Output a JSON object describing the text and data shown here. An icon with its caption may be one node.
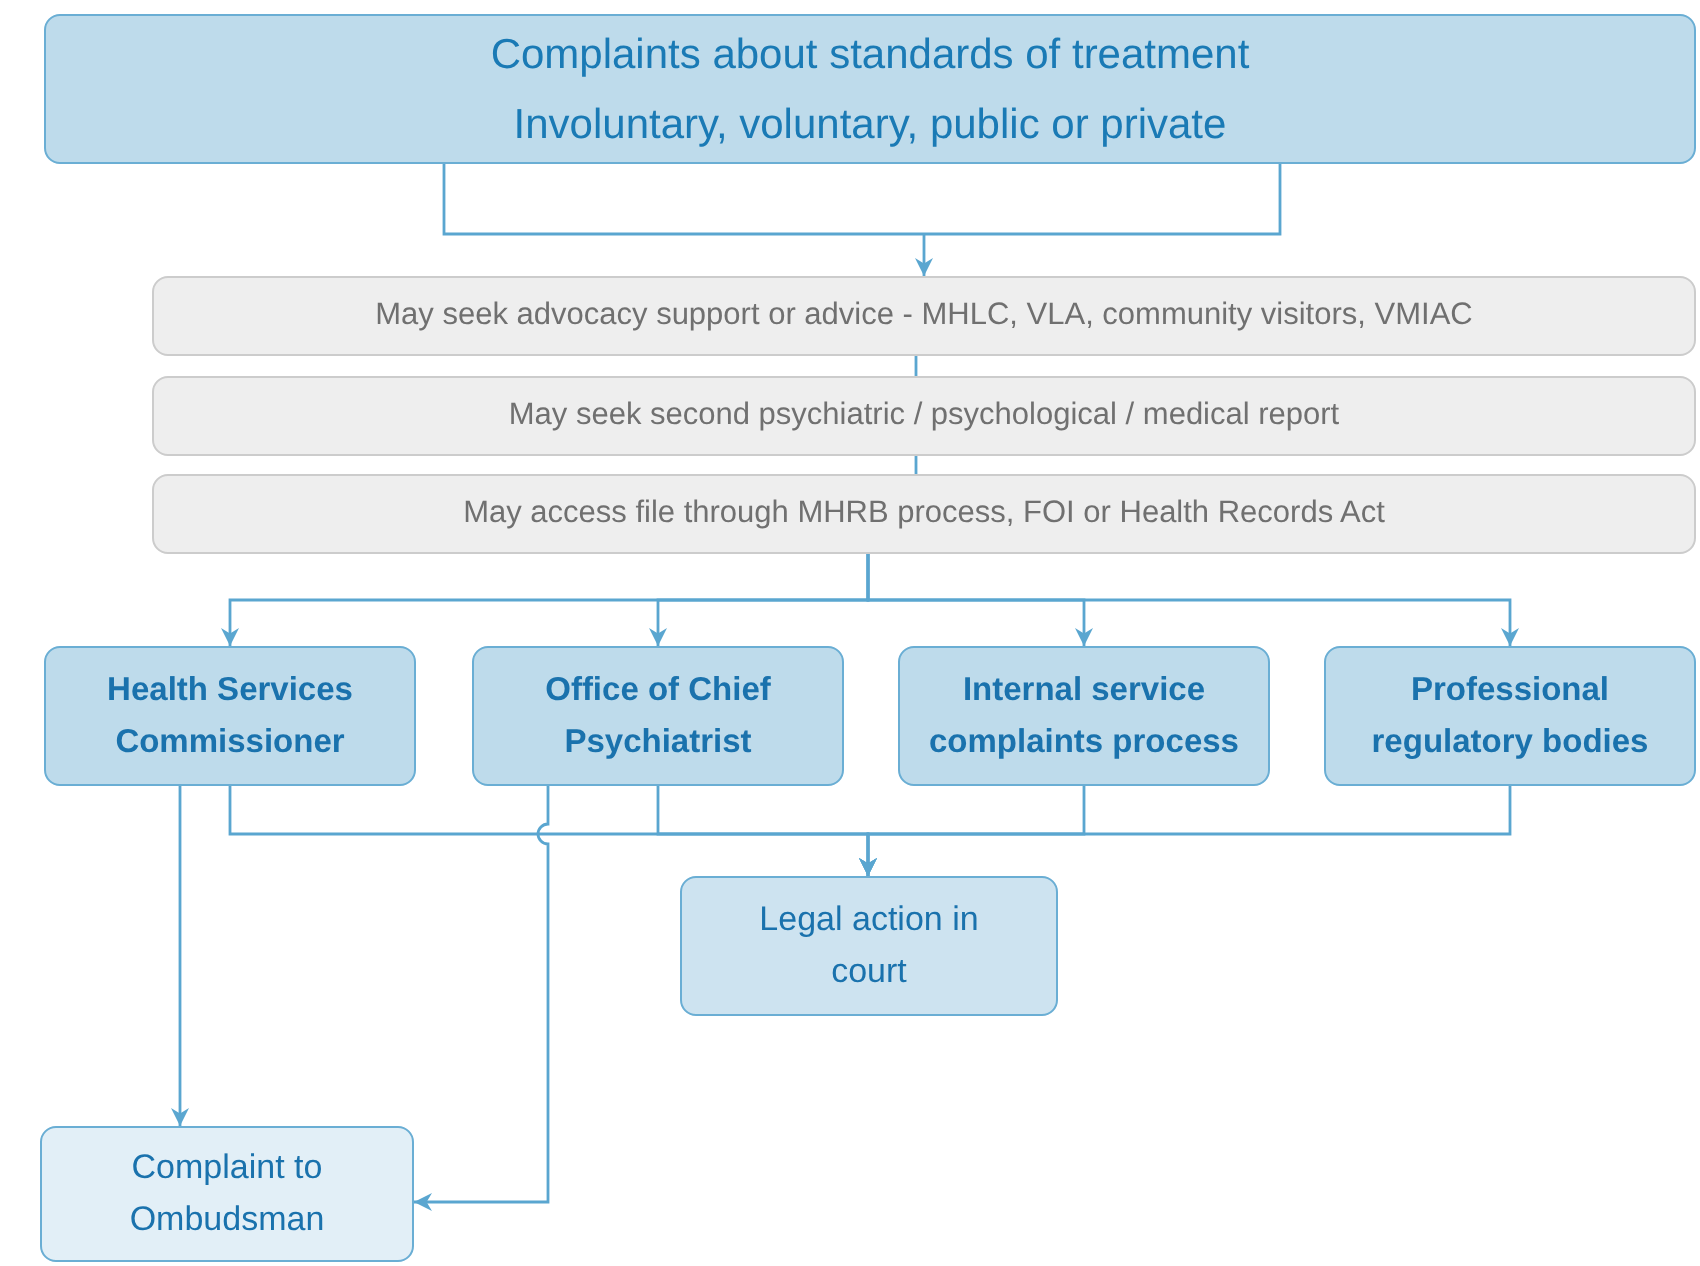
{
  "diagram": {
    "nodes": [
      {
        "text": [
          "Complaints about standards of treatment",
          "Involuntary, voluntary, public or private"
        ]
      },
      {
        "text": [
          "May seek advocacy support or advice - MHLC, VLA, community visitors, VMIAC"
        ]
      },
      {
        "text": [
          "May seek second psychiatric / psychological / medical report"
        ]
      },
      {
        "text": [
          "May access file through MHRB process, FOI or Health Records Act"
        ]
      },
      {
        "text": [
          "Health Services Commissioner"
        ]
      },
      {
        "text": [
          "Office of Chief Psychiatrist"
        ]
      },
      {
        "text": [
          "Internal service complaints process"
        ]
      },
      {
        "text": [
          "Professional regulatory bodies"
        ]
      },
      {
        "text": [
          "Legal action in court"
        ]
      },
      {
        "text": [
          "Complaint to Ombudsman"
        ]
      }
    ],
    "edges": [
      {
        "from": 0,
        "to": 1,
        "arrow": "to"
      },
      {
        "from": 1,
        "to": 2,
        "arrow": "none"
      },
      {
        "from": 2,
        "to": 3,
        "arrow": "none"
      },
      {
        "from": 3,
        "to": 4,
        "arrow": "to"
      },
      {
        "from": 3,
        "to": 5,
        "arrow": "to"
      },
      {
        "from": 3,
        "to": 6,
        "arrow": "to"
      },
      {
        "from": 3,
        "to": 7,
        "arrow": "to"
      },
      {
        "from": 4,
        "to": 8,
        "arrow": "to"
      },
      {
        "from": 5,
        "to": 8,
        "arrow": "to"
      },
      {
        "from": 6,
        "to": 8,
        "arrow": "to"
      },
      {
        "from": 7,
        "to": 8,
        "arrow": "to"
      },
      {
        "from": 4,
        "to": 9,
        "arrow": "to"
      },
      {
        "from": 5,
        "to": 9,
        "arrow": "to"
      }
    ]
  }
}
